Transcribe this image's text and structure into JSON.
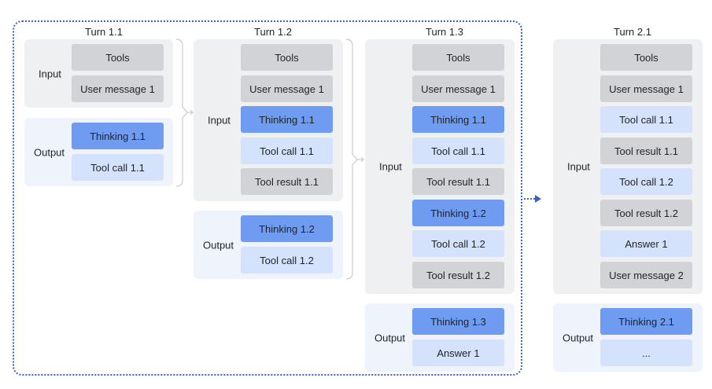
{
  "colors": {
    "frame": "#3d63b5",
    "input_bg": "#eef0f2",
    "output_bg": "#eef3fc",
    "gray_block": "#d1d3d6",
    "thinking_block": "#6f9cf1",
    "tool_block": "#d5e2fb",
    "arrow": "#3d63b5",
    "bracket": "#c9ccd0"
  },
  "turns": [
    {
      "title": "Turn 1.1",
      "input_label": "Input",
      "input_blocks": [
        {
          "text": "Tools",
          "style": "gray"
        },
        {
          "text": "User message 1",
          "style": "gray"
        }
      ],
      "output_label": "Output",
      "output_blocks": [
        {
          "text": "Thinking 1.1",
          "style": "blue"
        },
        {
          "text": "Tool call 1.1",
          "style": "light"
        }
      ]
    },
    {
      "title": "Turn 1.2",
      "input_label": "Input",
      "input_blocks": [
        {
          "text": "Tools",
          "style": "gray"
        },
        {
          "text": "User message 1",
          "style": "gray"
        },
        {
          "text": "Thinking 1.1",
          "style": "blue"
        },
        {
          "text": "Tool call 1.1",
          "style": "light"
        },
        {
          "text": "Tool result 1.1",
          "style": "gray"
        }
      ],
      "output_label": "Output",
      "output_blocks": [
        {
          "text": "Thinking 1.2",
          "style": "blue"
        },
        {
          "text": "Tool call 1.2",
          "style": "light"
        }
      ]
    },
    {
      "title": "Turn 1.3",
      "input_label": "Input",
      "input_blocks": [
        {
          "text": "Tools",
          "style": "gray"
        },
        {
          "text": "User message 1",
          "style": "gray"
        },
        {
          "text": "Thinking 1.1",
          "style": "blue"
        },
        {
          "text": "Tool call 1.1",
          "style": "light"
        },
        {
          "text": "Tool result 1.1",
          "style": "gray"
        },
        {
          "text": "Thinking 1.2",
          "style": "blue"
        },
        {
          "text": "Tool call 1.2",
          "style": "light"
        },
        {
          "text": "Tool result 1.2",
          "style": "gray"
        }
      ],
      "output_label": "Output",
      "output_blocks": [
        {
          "text": "Thinking 1.3",
          "style": "blue"
        },
        {
          "text": "Answer 1",
          "style": "light"
        }
      ]
    },
    {
      "title": "Turn 2.1",
      "input_label": "Input",
      "input_blocks": [
        {
          "text": "Tools",
          "style": "gray"
        },
        {
          "text": "User message 1",
          "style": "gray"
        },
        {
          "text": "Tool call 1.1",
          "style": "light"
        },
        {
          "text": "Tool result 1.1",
          "style": "gray"
        },
        {
          "text": "Tool call 1.2",
          "style": "light"
        },
        {
          "text": "Tool result 1.2",
          "style": "gray"
        },
        {
          "text": "Answer 1",
          "style": "light"
        },
        {
          "text": "User message 2",
          "style": "gray"
        }
      ],
      "output_label": "Output",
      "output_blocks": [
        {
          "text": "Thinking 2.1",
          "style": "blue"
        },
        {
          "text": "...",
          "style": "light"
        }
      ]
    }
  ]
}
